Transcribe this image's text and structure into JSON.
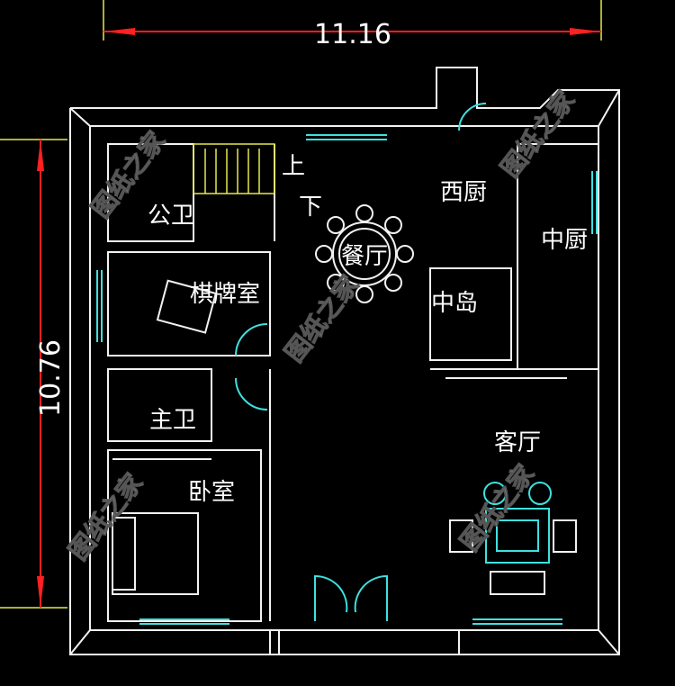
{
  "dimensions": {
    "width_label": "11.16",
    "height_label": "10.76"
  },
  "rooms": {
    "public_bath": "公卫",
    "stairs_up": "上",
    "stairs_down": "下",
    "dining": "餐厅",
    "western_kitchen": "西厨",
    "chinese_kitchen": "中厨",
    "chess_room": "棋牌室",
    "island": "中岛",
    "master_bath": "主卫",
    "living_room": "客厅",
    "bedroom": "卧室"
  },
  "watermark": "图纸之家",
  "colors": {
    "background": "#000000",
    "walls": "#f2f2f2",
    "windows": "#3fe0e0",
    "dimension_lines": "#ff2020",
    "extension_lines": "#e8e84a"
  }
}
